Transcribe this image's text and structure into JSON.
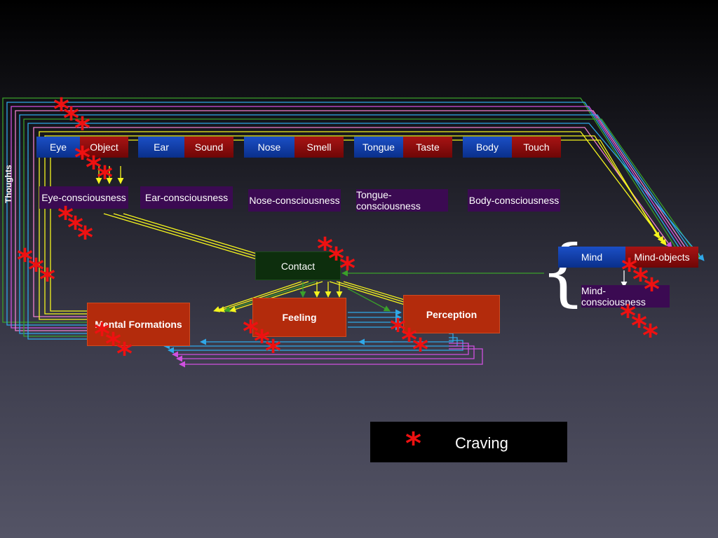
{
  "senses": [
    {
      "organ": "Eye",
      "object": "Object",
      "consciousness": "Eye-consciousness"
    },
    {
      "organ": "Ear",
      "object": "Sound",
      "consciousness": "Ear-consciousness"
    },
    {
      "organ": "Nose",
      "object": "Smell",
      "consciousness": "Nose-consciousness"
    },
    {
      "organ": "Tongue",
      "object": "Taste",
      "consciousness": "Tongue-consciousness"
    },
    {
      "organ": "Body",
      "object": "Touch",
      "consciousness": "Body-consciousness"
    }
  ],
  "mind": {
    "organ": "Mind",
    "object": "Mind-objects",
    "consciousness": "Mind-consciousness"
  },
  "contact": "Contact",
  "mental_formations": "Mental Formations",
  "feeling": "Feeling",
  "perception": "Perception",
  "thoughts_label": "Thoughts",
  "legend": {
    "symbol": "*",
    "label": "Craving"
  },
  "colors": {
    "organ_box": "#0a2f8a",
    "object_box": "#7a0808",
    "consciousness_box": "#3b0a52",
    "aggregate_box": "#b32b0c",
    "contact_box": "#0d2e0d",
    "craving_star": "#ee1111",
    "arrow_yellow": "#f5f51e",
    "arrow_green": "#3aa02a",
    "arrow_cyan": "#2fa8e8",
    "arrow_magenta": "#d050e0",
    "arrow_pink": "#f080d0",
    "arrow_white": "#ffffff"
  }
}
